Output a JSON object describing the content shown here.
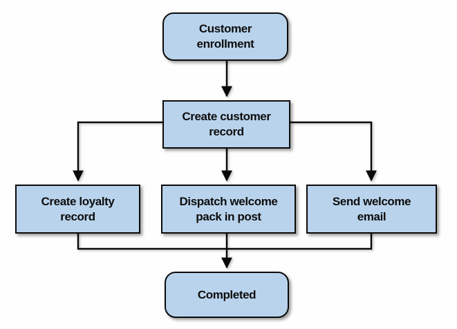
{
  "diagram": {
    "type": "flowchart",
    "colors": {
      "background": "#fefefe",
      "node_fill": "#b9d3ec",
      "node_border": "#0a0a0a",
      "connector": "#0a0a0a"
    },
    "nodes": [
      {
        "id": "customer-enrollment",
        "shape": "rounded",
        "label": "Customer enrollment",
        "lines": [
          "Customer",
          "enrollment"
        ]
      },
      {
        "id": "create-customer-record",
        "shape": "rect",
        "label": "Create customer record",
        "lines": [
          "Create customer",
          "record"
        ]
      },
      {
        "id": "create-loyalty-record",
        "shape": "rect",
        "label": "Create loyalty record",
        "lines": [
          "Create loyalty",
          "record"
        ]
      },
      {
        "id": "dispatch-welcome-pack",
        "shape": "rect",
        "label": "Dispatch welcome pack in post",
        "lines": [
          "Dispatch welcome",
          "pack in post"
        ]
      },
      {
        "id": "send-welcome-email",
        "shape": "rect",
        "label": "Send welcome email",
        "lines": [
          "Send welcome",
          "email"
        ]
      },
      {
        "id": "completed",
        "shape": "rounded",
        "label": "Completed",
        "lines": [
          "Completed"
        ]
      }
    ],
    "edges": [
      {
        "from": "customer-enrollment",
        "to": "create-customer-record",
        "arrow": true
      },
      {
        "from": "create-customer-record",
        "to": "create-loyalty-record",
        "arrow": true
      },
      {
        "from": "create-customer-record",
        "to": "dispatch-welcome-pack",
        "arrow": true
      },
      {
        "from": "create-customer-record",
        "to": "send-welcome-email",
        "arrow": true
      },
      {
        "from": "create-loyalty-record",
        "to": "completed",
        "arrow": false
      },
      {
        "from": "send-welcome-email",
        "to": "completed",
        "arrow": false
      },
      {
        "from": "dispatch-welcome-pack",
        "to": "completed",
        "arrow": true
      }
    ]
  }
}
